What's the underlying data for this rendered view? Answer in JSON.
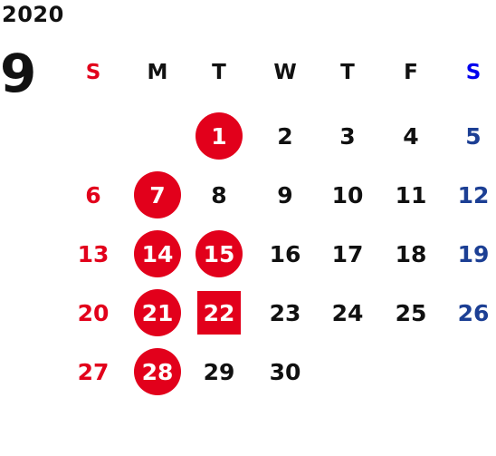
{
  "year": "2020",
  "month": "9",
  "colors": {
    "text": "#111111",
    "sunday": "#e2001b",
    "saturday": "#1c3f94",
    "saturday_header": "#0000ee",
    "holiday_bg": "#e2001b",
    "holiday_text": "#ffffff"
  },
  "weekdays": [
    "S",
    "M",
    "T",
    "W",
    "T",
    "F",
    "S"
  ],
  "weeks": [
    [
      null,
      null,
      {
        "day": "1",
        "mark": "circle"
      },
      {
        "day": "2"
      },
      {
        "day": "3"
      },
      {
        "day": "4"
      },
      {
        "day": "5"
      }
    ],
    [
      {
        "day": "6"
      },
      {
        "day": "7",
        "mark": "circle"
      },
      {
        "day": "8"
      },
      {
        "day": "9"
      },
      {
        "day": "10"
      },
      {
        "day": "11"
      },
      {
        "day": "12"
      }
    ],
    [
      {
        "day": "13"
      },
      {
        "day": "14",
        "mark": "circle"
      },
      {
        "day": "15",
        "mark": "circle"
      },
      {
        "day": "16"
      },
      {
        "day": "17"
      },
      {
        "day": "18"
      },
      {
        "day": "19"
      }
    ],
    [
      {
        "day": "20"
      },
      {
        "day": "21",
        "mark": "circle"
      },
      {
        "day": "22",
        "mark": "square"
      },
      {
        "day": "23"
      },
      {
        "day": "24"
      },
      {
        "day": "25"
      },
      {
        "day": "26"
      }
    ],
    [
      {
        "day": "27"
      },
      {
        "day": "28",
        "mark": "circle"
      },
      {
        "day": "29"
      },
      {
        "day": "30"
      },
      null,
      null,
      null
    ]
  ]
}
